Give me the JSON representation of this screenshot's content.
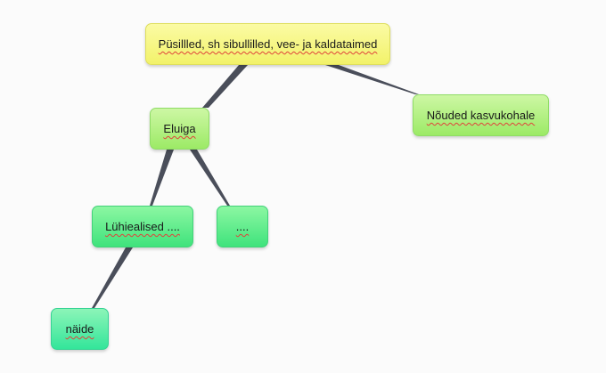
{
  "diagram": {
    "nodes": [
      {
        "id": "root",
        "label": "Püsillled, sh sibullilled, vee- ja kaldataimed",
        "color": "yellow"
      },
      {
        "id": "eluiga",
        "label": "Eluiga",
        "color": "lime"
      },
      {
        "id": "noud",
        "label": "Nõuded kasvukohale",
        "color": "lime"
      },
      {
        "id": "luhi",
        "label": "Lühiealised ....",
        "color": "green"
      },
      {
        "id": "dots",
        "label": "....",
        "color": "green"
      },
      {
        "id": "naide",
        "label": "näide",
        "color": "teal"
      }
    ],
    "edges": [
      {
        "from": "root",
        "to": "eluiga"
      },
      {
        "from": "root",
        "to": "noud"
      },
      {
        "from": "eluiga",
        "to": "luhi"
      },
      {
        "from": "eluiga",
        "to": "dots"
      },
      {
        "from": "luhi",
        "to": "naide"
      }
    ],
    "edge_color": "#4a4e5a",
    "background_color": "#fbfbfb"
  }
}
